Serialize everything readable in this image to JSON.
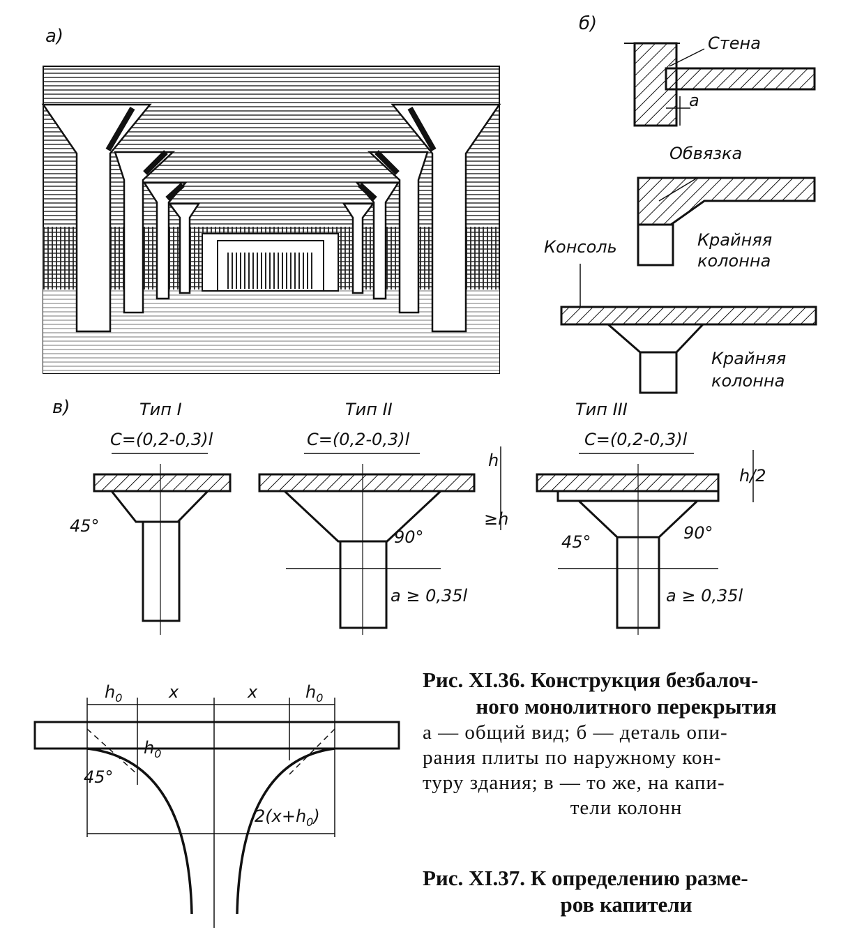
{
  "panel_labels": {
    "a": "а)",
    "b": "б)",
    "v": "в)"
  },
  "panel_b": {
    "wall": "Стена",
    "dim_a": "a",
    "band": "Обвязка",
    "console": "Консоль",
    "edge_column_1": "Крайняя колонна",
    "edge_column_2": "Крайняя колонна"
  },
  "types": [
    {
      "title": "Тип I",
      "width_label": "С=(0,2-0,3)l",
      "angle": "45°"
    },
    {
      "title": "Тип II",
      "width_label": "С=(0,2-0,3)l",
      "angle": "90°",
      "height_label": "h",
      "depth_label": "≥h",
      "base_label": "a ≥ 0,35l"
    },
    {
      "title": "Тип III",
      "width_label": "С=(0,2-0,3)l",
      "angle": "45°",
      "angle2": "90°",
      "half_label": "h/2",
      "base_label": "a ≥ 0,35l"
    }
  ],
  "fig37": {
    "h0": "h",
    "h0_sub": "0",
    "x": "x",
    "angle": "45°",
    "span": "2(x+h",
    "span_tail": ")"
  },
  "caption36": {
    "title_line1": "Рис. XI.36. Конструкция безбалоч-",
    "title_line2": "ного монолитного перекрытия",
    "body_line1": "а — общий вид; б — деталь опи-",
    "body_line2": "рания плиты по наружному кон-",
    "body_line3": "туру здания; в — то же, на капи-",
    "body_line4": "тели колонн"
  },
  "caption37": {
    "line1": "Рис. XI.37. К определению разме-",
    "line2": "ров капители"
  }
}
